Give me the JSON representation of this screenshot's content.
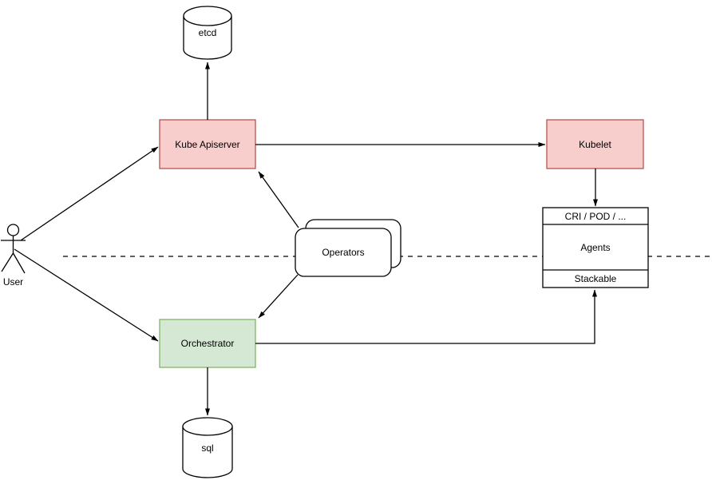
{
  "nodes": {
    "user": {
      "label": "User"
    },
    "etcd": {
      "label": "etcd"
    },
    "kube_apiserver": {
      "label": "Kube Apiserver"
    },
    "kubelet": {
      "label": "Kubelet"
    },
    "operators": {
      "label": "Operators"
    },
    "orchestrator": {
      "label": "Orchestrator"
    },
    "sql": {
      "label": "sql"
    },
    "agents": {
      "header": "CRI / POD / ...",
      "label": "Agents",
      "footer": "Stackable"
    }
  },
  "colors": {
    "red_fill": "#f8cecc",
    "red_stroke": "#b85450",
    "green_fill": "#d5e8d4",
    "green_stroke": "#82b366",
    "node_fill": "#ffffff",
    "node_stroke": "#000000",
    "line": "#000000",
    "background": "#ffffff"
  },
  "edges": [
    {
      "from": "User",
      "to": "Kube Apiserver",
      "type": "arrow"
    },
    {
      "from": "User",
      "to": "Orchestrator",
      "type": "arrow"
    },
    {
      "from": "Kube Apiserver",
      "to": "etcd",
      "type": "arrow"
    },
    {
      "from": "Kube Apiserver",
      "to": "Kubelet",
      "type": "arrow"
    },
    {
      "from": "Operators",
      "to": "Kube Apiserver",
      "type": "arrow"
    },
    {
      "from": "Operators",
      "to": "Orchestrator",
      "type": "arrow"
    },
    {
      "from": "Kubelet",
      "to": "Agents / CRI / POD / ...",
      "type": "arrow"
    },
    {
      "from": "Orchestrator",
      "to": "Agents / Stackable",
      "type": "arrow",
      "route": "orthogonal"
    },
    {
      "from": "Orchestrator",
      "to": "sql",
      "type": "arrow"
    },
    {
      "type": "dashed-separator",
      "orientation": "horizontal"
    }
  ]
}
